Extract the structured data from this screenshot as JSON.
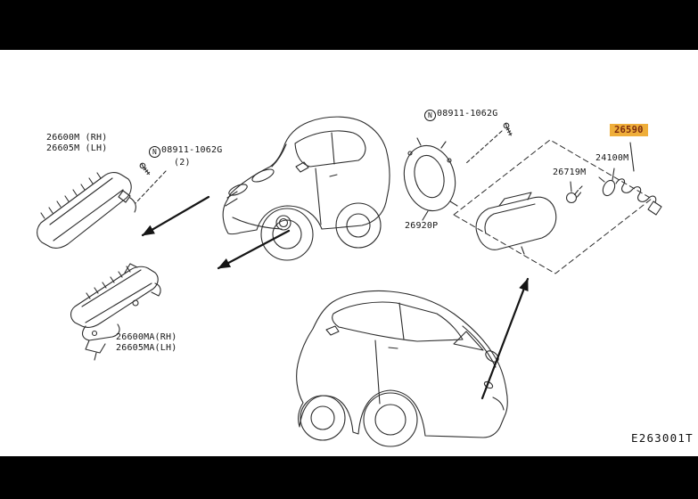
{
  "page": {
    "letterbox_color": "#000000",
    "canvas_color": "#ffffff",
    "line_color": "#2d2d2d"
  },
  "diagram_id": {
    "ref_code": "E263001T"
  },
  "labels": {
    "headlamp_rh": "26600M (RH)",
    "headlamp_lh": "26605M (LH)",
    "fog_lamp_finisher": "26920P",
    "side_marker_lamp": "26590",
    "bulb_socket": "24100M",
    "bulb": "26719M",
    "lamp_assy_rh": "26600MA(RH)",
    "lamp_assy_lh": "26605MA(LH)"
  },
  "fasteners": {
    "left": {
      "symbol": "N",
      "part_number": "08911-1062G",
      "quantity": "(2)"
    },
    "top": {
      "symbol": "N",
      "part_number": "08911-1062G"
    }
  },
  "highlight": {
    "background": "#efae3a",
    "text_color": "#7d2c0e"
  }
}
